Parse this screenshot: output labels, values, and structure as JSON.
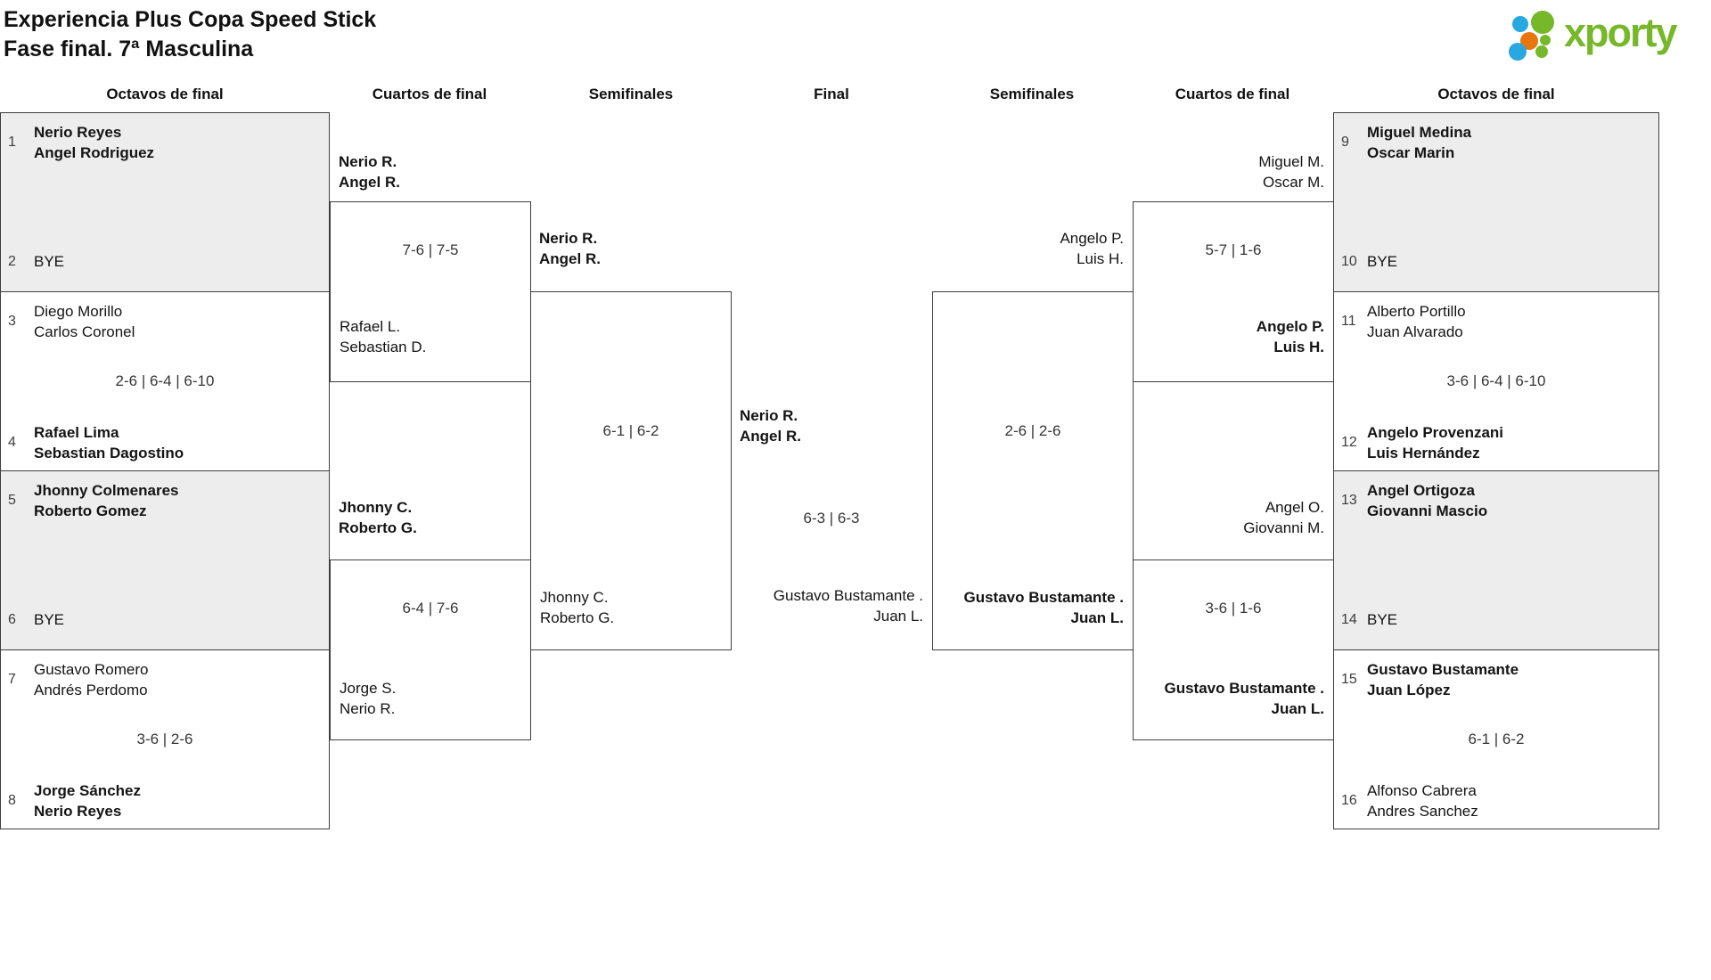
{
  "header": {
    "title_line1": "Experiencia Plus Copa Speed Stick",
    "title_line2": "Fase final. 7ª Masculina",
    "logo_word": "xporty"
  },
  "colors": {
    "logo_green": "#76b82a",
    "logo_blue": "#29a8e0",
    "logo_orange": "#e8760e",
    "box_gray": "#ededed",
    "border": "#3e3e3e"
  },
  "rounds": {
    "labels": [
      "Octavos de final",
      "Cuartos de final",
      "Semifinales",
      "Final",
      "Semifinales",
      "Cuartos de final",
      "Octavos de final"
    ]
  },
  "bracket": {
    "ol1": {
      "seed_top": "1",
      "top1": "Nerio Reyes",
      "top2": "Angel Rodriguez",
      "seed_bot": "2",
      "bye": "BYE"
    },
    "ol2": {
      "seed_top": "3",
      "top1": "Diego Morillo",
      "top2": "Carlos Coronel",
      "score": "2-6 | 6-4 | 6-10",
      "seed_bot": "4",
      "bot1": "Rafael Lima",
      "bot2": "Sebastian Dagostino"
    },
    "ol3": {
      "seed_top": "5",
      "top1": "Jhonny Colmenares",
      "top2": "Roberto Gomez",
      "seed_bot": "6",
      "bye": "BYE"
    },
    "ol4": {
      "seed_top": "7",
      "top1": "Gustavo Romero",
      "top2": "Andrés Perdomo",
      "score": "3-6 | 2-6",
      "seed_bot": "8",
      "bot1": "Jorge Sánchez",
      "bot2": "Nerio Reyes"
    },
    "or1": {
      "seed_top": "9",
      "top1": "Miguel Medina",
      "top2": "Oscar Marin",
      "seed_bot": "10",
      "bye": "BYE"
    },
    "or2": {
      "seed_top": "11",
      "top1": "Alberto Portillo",
      "top2": "Juan Alvarado",
      "score": "3-6 | 6-4 | 6-10",
      "seed_bot": "12",
      "bot1": "Angelo Provenzani",
      "bot2": "Luis Hernández"
    },
    "or3": {
      "seed_top": "13",
      "top1": "Angel Ortigoza",
      "top2": "Giovanni Mascio",
      "seed_bot": "14",
      "bye": "BYE"
    },
    "or4": {
      "seed_top": "15",
      "top1": "Gustavo Bustamante",
      "top2": "Juan López",
      "score": "6-1 | 6-2",
      "seed_bot": "16",
      "bot1": "Alfonso Cabrera",
      "bot2": "Andres Sanchez"
    },
    "cl": {
      "entrant_top1": "Nerio R.",
      "entrant_top2": "Angel R.",
      "m1_score": "7-6 | 7-5",
      "m1_low1": "Rafael L.",
      "m1_low2": "Sebastian D.",
      "entrant_mid1": "Jhonny C.",
      "entrant_mid2": "Roberto G.",
      "m2_score": "6-4 | 7-6",
      "m2_low1": "Jorge S.",
      "m2_low2": "Nerio R."
    },
    "cr": {
      "entrant_top1": "Miguel M.",
      "entrant_top2": "Oscar M.",
      "m1_score": "5-7 | 1-6",
      "m1_low1": "Angelo P.",
      "m1_low2": "Luis H.",
      "entrant_mid1": "Angel O.",
      "entrant_mid2": "Giovanni M.",
      "m2_score": "3-6 | 1-6",
      "m2_low1": "Gustavo Bustamante .",
      "m2_low2": "Juan L."
    },
    "sl": {
      "entrant1": "Nerio R.",
      "entrant2": "Angel R.",
      "score": "6-1 | 6-2",
      "low1": "Jhonny C.",
      "low2": "Roberto G."
    },
    "sr": {
      "entrant1": "Angelo P.",
      "entrant2": "Luis H.",
      "score": "2-6 | 2-6",
      "low1": "Gustavo Bustamante .",
      "low2": "Juan L."
    },
    "final": {
      "left1": "Nerio R.",
      "left2": "Angel R.",
      "score": "6-3 | 6-3",
      "right1": "Gustavo Bustamante .",
      "right2": "Juan L."
    }
  }
}
